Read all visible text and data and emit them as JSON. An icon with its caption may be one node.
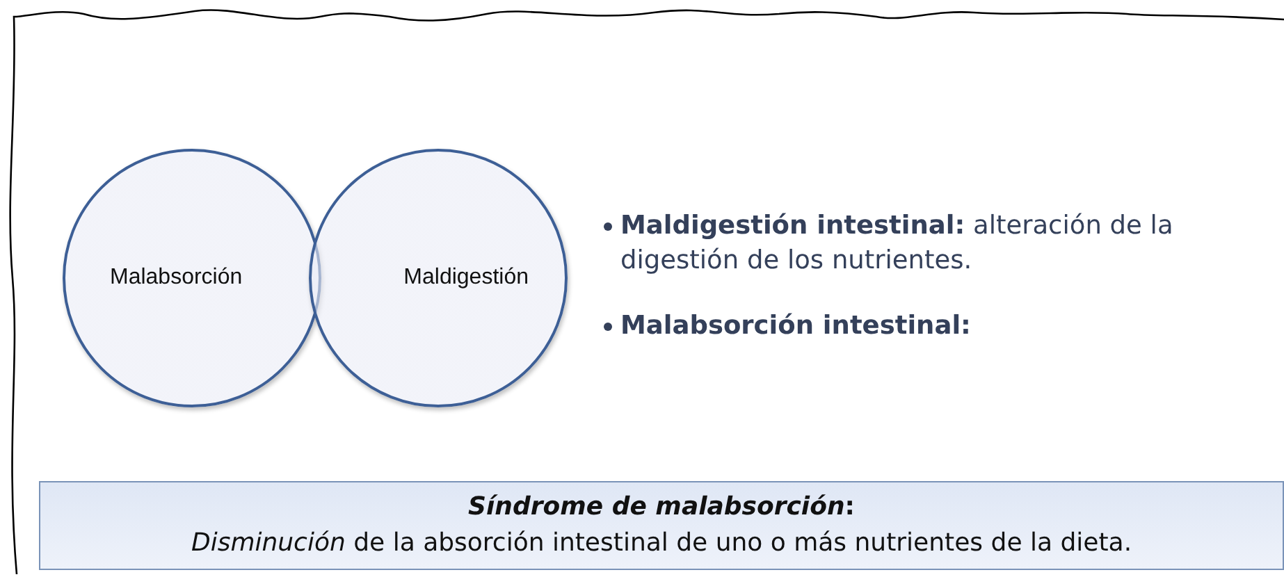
{
  "diagram": {
    "nodes": [
      {
        "text": [
          "Malabsorción"
        ]
      },
      {
        "text": [
          "Maldigestión"
        ]
      },
      {
        "text": [
          "*Síndrome de malabsorción*:",
          "*Disminución* de la absorción intestinal de uno o más nutrientes de la dieta."
        ]
      }
    ],
    "labels": [
      "**Maldigestión intestinal:** alteración de la digestión de los nutrientes.",
      "Malabsorción intestinal:"
    ]
  }
}
